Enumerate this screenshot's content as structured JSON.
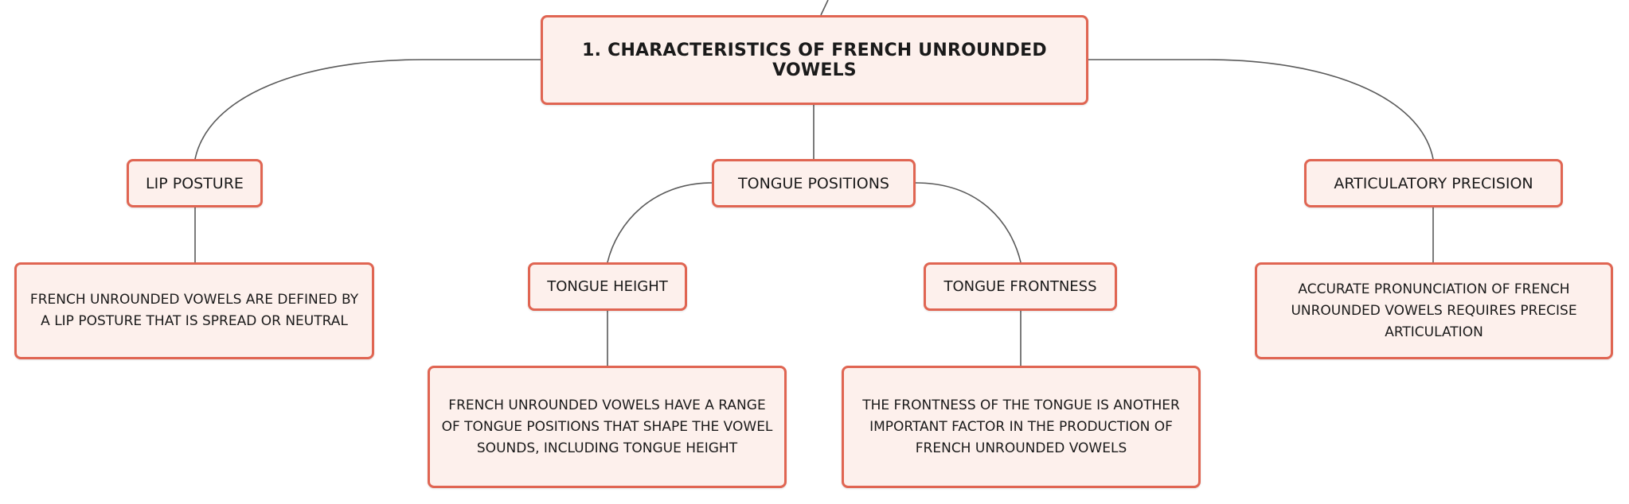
{
  "mindmap": {
    "root": {
      "label": "1. CHARACTERISTICS OF FRENCH UNROUNDED VOWELS"
    },
    "branches": {
      "lip_posture": {
        "label": "LIP POSTURE",
        "detail": "FRENCH UNROUNDED VOWELS ARE DEFINED BY A LIP POSTURE THAT IS SPREAD OR NEUTRAL"
      },
      "tongue_positions": {
        "label": "TONGUE POSITIONS",
        "children": {
          "tongue_height": {
            "label": "TONGUE HEIGHT",
            "detail": "FRENCH UNROUNDED VOWELS HAVE A RANGE OF TONGUE POSITIONS THAT SHAPE THE VOWEL SOUNDS, INCLUDING TONGUE HEIGHT"
          },
          "tongue_frontness": {
            "label": "TONGUE FRONTNESS",
            "detail": "THE FRONTNESS OF THE TONGUE IS ANOTHER IMPORTANT FACTOR IN THE PRODUCTION OF FRENCH UNROUNDED VOWELS"
          }
        }
      },
      "articulatory_precision": {
        "label": "ARTICULATORY PRECISION",
        "detail": "ACCURATE PRONUNCIATION OF FRENCH UNROUNDED VOWELS REQUIRES PRECISE ARTICULATION"
      }
    }
  },
  "colors": {
    "node_fill": "#fdf0ec",
    "node_border": "#e06552",
    "connector": "#5a5a5a"
  }
}
